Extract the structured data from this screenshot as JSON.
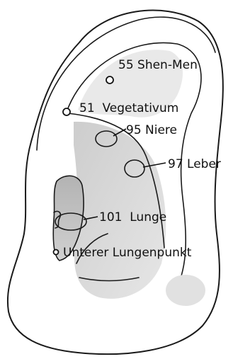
{
  "labels": {
    "shen_men": "55 Shen-Men",
    "vegetativum": "51  Vegetativum",
    "niere": "95 Niere",
    "leber": "97 Leber",
    "lunge": "101  Lunge",
    "unterer_lungenpunkt": "Unterer Lungenpunkt"
  },
  "colors": {
    "outline": "#1a1a1a",
    "shade_dark": "#b8b8b8",
    "shade_mid": "#d9d9d9",
    "shade_light": "#ececec",
    "background": "#ffffff"
  }
}
